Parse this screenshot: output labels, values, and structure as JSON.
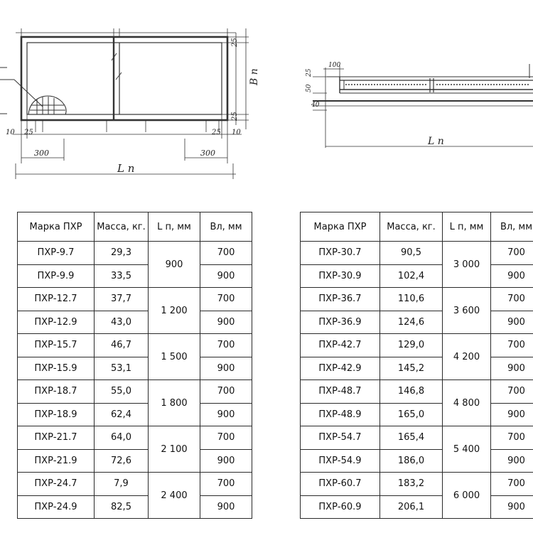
{
  "drawings": {
    "plan": {
      "dims": {
        "d25_top": "25",
        "d25_bottom": "25",
        "d25_left": "25",
        "d25_right": "25",
        "d10_left": "10",
        "d10_right": "10",
        "d300_left": "300",
        "d300_right": "300",
        "length": "L n",
        "width": "B n"
      }
    },
    "section": {
      "dims": {
        "d100": "100",
        "d25": "25",
        "d50": "50",
        "d40": "40",
        "length": "L n"
      }
    }
  },
  "tables": {
    "headers": [
      "Марка ПХР",
      "Масса, кг.",
      "L п, мм",
      "Вл, мм"
    ],
    "left": [
      {
        "mark": "ПХР-9.7",
        "mass": "29,3",
        "length": "900",
        "width": "700"
      },
      {
        "mark": "ПХР-9.9",
        "mass": "33,5",
        "width": "900"
      },
      {
        "mark": "ПХР-12.7",
        "mass": "37,7",
        "length": "1 200",
        "width": "700"
      },
      {
        "mark": "ПХР-12.9",
        "mass": "43,0",
        "width": "900"
      },
      {
        "mark": "ПХР-15.7",
        "mass": "46,7",
        "length": "1 500",
        "width": "700"
      },
      {
        "mark": "ПХР-15.9",
        "mass": "53,1",
        "width": "900"
      },
      {
        "mark": "ПХР-18.7",
        "mass": "55,0",
        "length": "1 800",
        "width": "700"
      },
      {
        "mark": "ПХР-18.9",
        "mass": "62,4",
        "width": "900"
      },
      {
        "mark": "ПХР-21.7",
        "mass": "64,0",
        "length": "2 100",
        "width": "700"
      },
      {
        "mark": "ПХР-21.9",
        "mass": "72,6",
        "width": "900"
      },
      {
        "mark": "ПХР-24.7",
        "mass": "7,9",
        "length": "2 400",
        "width": "700"
      },
      {
        "mark": "ПХР-24.9",
        "mass": "82,5",
        "width": "900"
      }
    ],
    "right": [
      {
        "mark": "ПХР-30.7",
        "mass": "90,5",
        "length": "3 000",
        "width": "700"
      },
      {
        "mark": "ПХР-30.9",
        "mass": "102,4",
        "width": "900"
      },
      {
        "mark": "ПХР-36.7",
        "mass": "110,6",
        "length": "3 600",
        "width": "700"
      },
      {
        "mark": "ПХР-36.9",
        "mass": "124,6",
        "width": "900"
      },
      {
        "mark": "ПХР-42.7",
        "mass": "129,0",
        "length": "4 200",
        "width": "700"
      },
      {
        "mark": "ПХР-42.9",
        "mass": "145,2",
        "width": "900"
      },
      {
        "mark": "ПХР-48.7",
        "mass": "146,8",
        "length": "4 800",
        "width": "700"
      },
      {
        "mark": "ПХР-48.9",
        "mass": "165,0",
        "width": "900"
      },
      {
        "mark": "ПХР-54.7",
        "mass": "165,4",
        "length": "5 400",
        "width": "700"
      },
      {
        "mark": "ПХР-54.9",
        "mass": "186,0",
        "width": "900"
      },
      {
        "mark": "ПХР-60.7",
        "mass": "183,2",
        "length": "6 000",
        "width": "700"
      },
      {
        "mark": "ПХР-60.9",
        "mass": "206,1",
        "width": "900"
      }
    ]
  }
}
